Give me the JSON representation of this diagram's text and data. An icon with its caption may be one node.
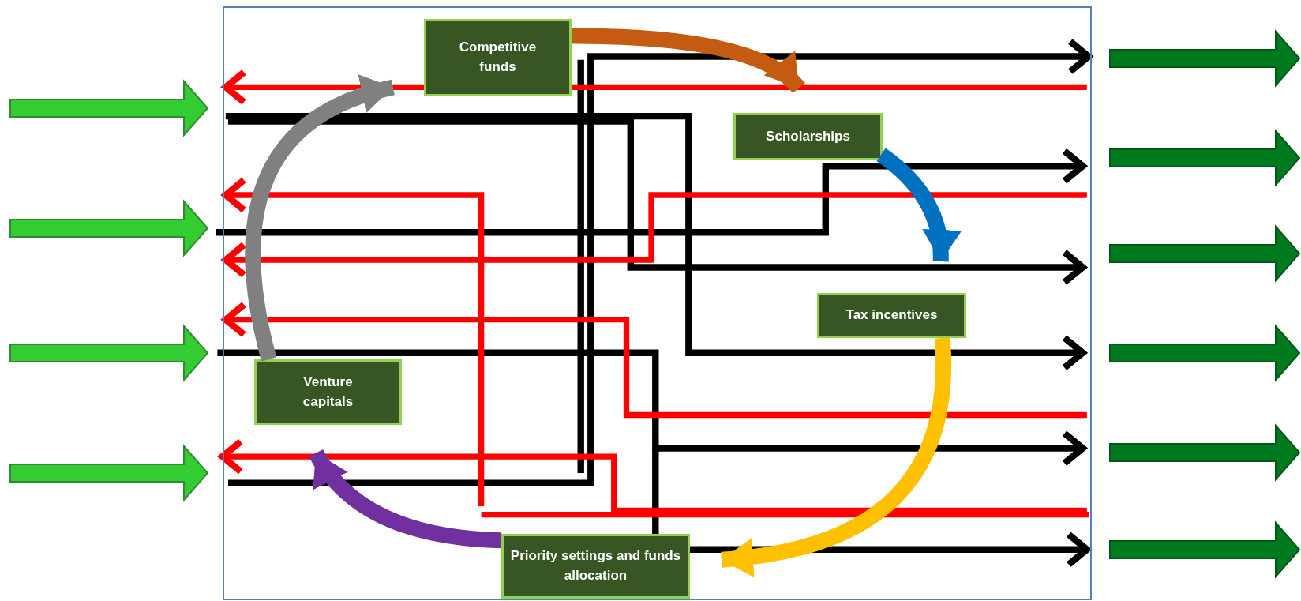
{
  "diagram": {
    "nodes": [
      {
        "text": [],
        "shape": "box"
      },
      {
        "text": [
          "Competitive funds"
        ],
        "in": 0
      },
      {
        "text": [
          "Scholarships"
        ],
        "in": 0
      },
      {
        "text": [
          "Tax incentives"
        ],
        "in": 0
      },
      {
        "text": [
          "Priority settings and funds allocation"
        ],
        "in": 0
      },
      {
        "text": [
          "Venture capitals"
        ],
        "in": 0
      }
    ],
    "edges": [
      {
        "from": 1,
        "to": 2,
        "arrow": "to",
        "color": "#c55a11"
      },
      {
        "from": 2,
        "to": 3,
        "arrow": "to",
        "color": "#0070c0"
      },
      {
        "from": 3,
        "to": 4,
        "arrow": "to",
        "color": "#ffc000"
      },
      {
        "from": 4,
        "to": 5,
        "arrow": "to",
        "color": "#7030a0"
      },
      {
        "from": 5,
        "to": 1,
        "arrow": "to",
        "color": "#808080"
      }
    ]
  }
}
